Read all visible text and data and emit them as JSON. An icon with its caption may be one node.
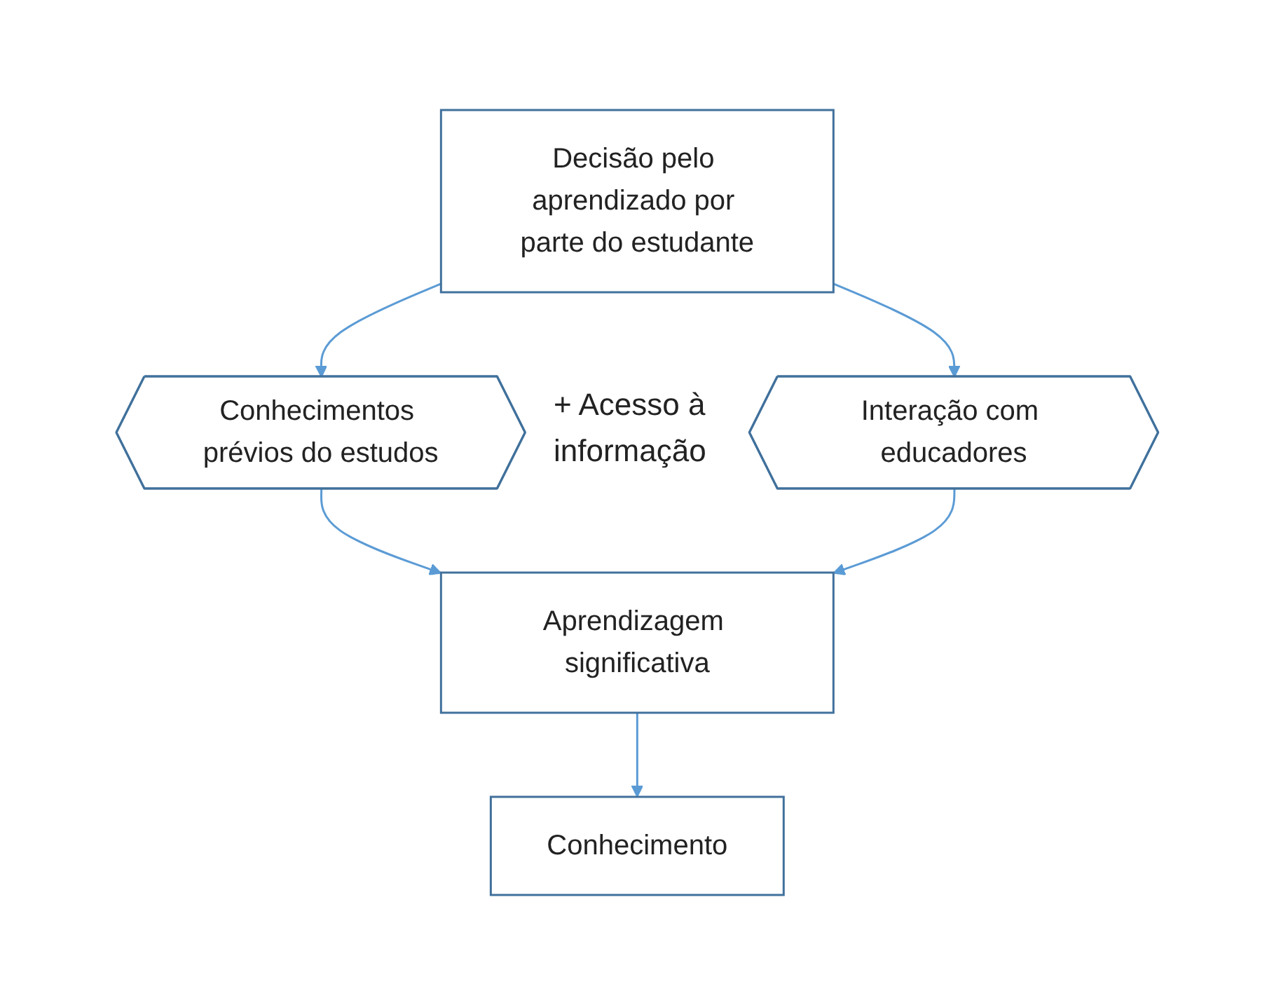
{
  "diagram": {
    "nodes": [
      {
        "text": [
          "Decisão pelo aprendizado por parte do estudante"
        ]
      },
      {
        "text": [
          "Conhecimentos prévios do estudos"
        ]
      },
      {
        "text": [
          "Interação com educadores"
        ]
      },
      {
        "text": [
          "Aprendizagem significativa"
        ]
      },
      {
        "text": [
          "Conhecimento"
        ]
      }
    ],
    "edges": [
      {
        "from": 0,
        "to": 1,
        "arrow": "to"
      },
      {
        "from": 0,
        "to": 2,
        "arrow": "to"
      },
      {
        "from": 1,
        "to": 3,
        "arrow": "to"
      },
      {
        "from": 2,
        "to": 3,
        "arrow": "to"
      },
      {
        "from": 3,
        "to": 4,
        "arrow": "to"
      }
    ],
    "labels": [
      "+ Acesso à informação"
    ]
  }
}
